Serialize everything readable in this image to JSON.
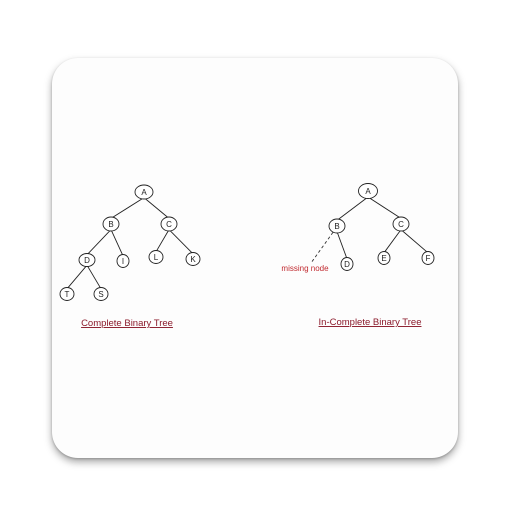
{
  "colors": {
    "caption": "#8b1a2b",
    "annotation": "#c0282e",
    "card_background": "#fdfdfd"
  },
  "complete_tree": {
    "caption": "Complete Binary Tree",
    "nodes": [
      {
        "id": "A",
        "label": "A"
      },
      {
        "id": "B",
        "label": "B"
      },
      {
        "id": "C",
        "label": "C"
      },
      {
        "id": "D",
        "label": "D"
      },
      {
        "id": "I",
        "label": "I"
      },
      {
        "id": "L",
        "label": "L"
      },
      {
        "id": "K",
        "label": "K"
      },
      {
        "id": "T",
        "label": "T"
      },
      {
        "id": "S",
        "label": "S"
      }
    ],
    "edges": [
      [
        "A",
        "B"
      ],
      [
        "A",
        "C"
      ],
      [
        "B",
        "D"
      ],
      [
        "B",
        "I"
      ],
      [
        "C",
        "L"
      ],
      [
        "C",
        "K"
      ],
      [
        "D",
        "T"
      ],
      [
        "D",
        "S"
      ]
    ]
  },
  "incomplete_tree": {
    "caption": "In-Complete Binary Tree",
    "missing_label": "missing node",
    "nodes": [
      {
        "id": "A",
        "label": "A"
      },
      {
        "id": "B",
        "label": "B"
      },
      {
        "id": "C",
        "label": "C"
      },
      {
        "id": "D",
        "label": "D"
      },
      {
        "id": "E",
        "label": "E"
      },
      {
        "id": "F",
        "label": "F"
      }
    ],
    "edges": [
      [
        "A",
        "B"
      ],
      [
        "A",
        "C"
      ],
      [
        "B",
        "D"
      ],
      [
        "C",
        "E"
      ],
      [
        "C",
        "F"
      ]
    ],
    "missing_edges": [
      [
        "B"
      ]
    ]
  }
}
